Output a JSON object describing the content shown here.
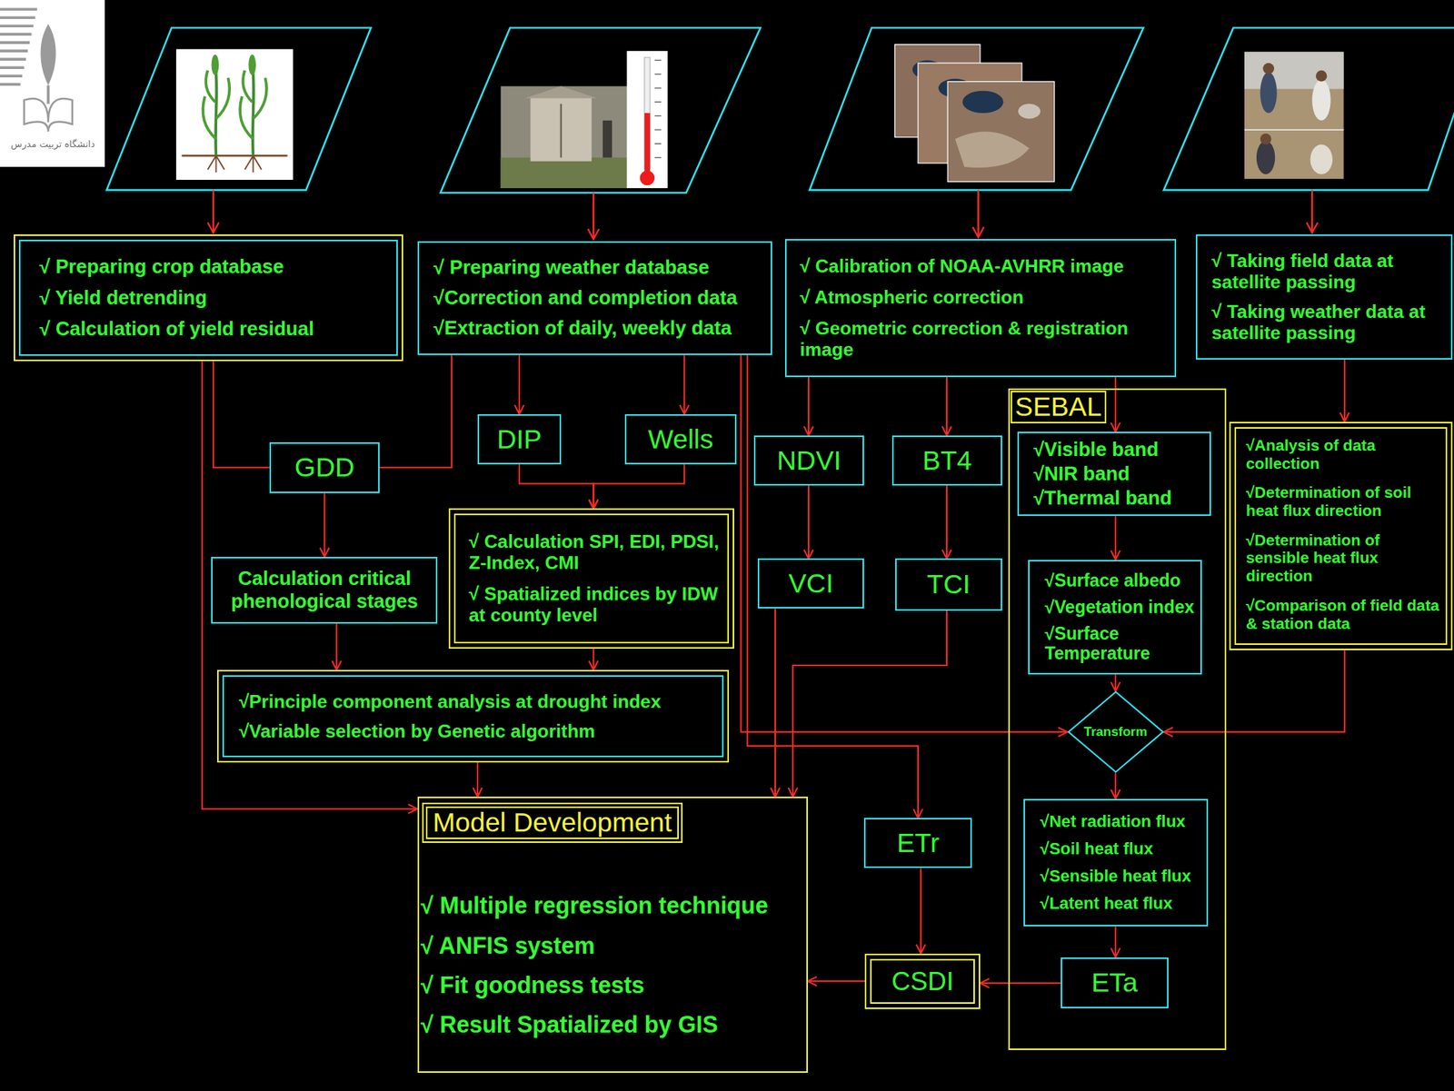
{
  "diagram": {
    "nodes": [
      {
        "text": [
          "√ Preparing crop database",
          "√ Yield detrending",
          "√ Calculation of yield residual"
        ]
      },
      {
        "text": [
          "√ Preparing weather database",
          "√Correction and completion data",
          "√Extraction of daily, weekly data"
        ]
      },
      {
        "text": [
          "√ Calibration of NOAA-AVHRR image",
          "√ Atmospheric correction",
          "√ Geometric correction & registration image"
        ]
      },
      {
        "text": [
          "√ Taking field data at satellite passing",
          "√ Taking weather data at satellite passing"
        ]
      },
      {
        "text": [
          "GDD"
        ]
      },
      {
        "text": [
          "DIP"
        ]
      },
      {
        "text": [
          "Wells"
        ]
      },
      {
        "text": [
          "NDVI"
        ]
      },
      {
        "text": [
          "BT4"
        ]
      },
      {
        "text": [
          "SEBAL"
        ]
      },
      {
        "text": [
          "√Visible band",
          "√NIR band",
          "√Thermal band"
        ],
        "in": 9
      },
      {
        "text": [
          "√Analysis of data collection",
          "√Determination of soil heat flux direction",
          "√Determination of sensible heat flux direction",
          "√Comparison of field data & station data"
        ]
      },
      {
        "text": [
          "Calculation critical phenological stages"
        ]
      },
      {
        "text": [
          "√ Calculation SPI, EDI, PDSI, Z-Index, CMI",
          "√ Spatialized indices by IDW at county level"
        ]
      },
      {
        "text": [
          "VCI"
        ]
      },
      {
        "text": [
          "TCI"
        ]
      },
      {
        "text": [
          "√Surface albedo",
          "√Vegetation index",
          "√Surface Temperature"
        ],
        "in": 9
      },
      {
        "text": [
          "Transform"
        ],
        "in": 9
      },
      {
        "text": [
          "√Principle component analysis at drought index",
          "√Variable selection by Genetic algorithm"
        ]
      },
      {
        "text": [
          "Model Development",
          "√ Multiple regression technique",
          "√ ANFIS system",
          "√ Fit goodness tests",
          "√ Result Spatialized by GIS"
        ]
      },
      {
        "text": [
          "ETr"
        ]
      },
      {
        "text": [
          "√Net radiation flux",
          "√Soil heat flux",
          "√Sensible heat flux",
          "√Latent heat flux"
        ],
        "in": 9
      },
      {
        "text": [
          "CSDI"
        ]
      },
      {
        "text": [
          "ETa"
        ],
        "in": 9
      }
    ],
    "edges": [
      {
        "from": 0,
        "to": 4,
        "arrow": "none"
      },
      {
        "from": 0,
        "to": 19,
        "arrow": "to"
      },
      {
        "from": 1,
        "to": 4,
        "arrow": "none"
      },
      {
        "from": 1,
        "to": 5,
        "arrow": "to"
      },
      {
        "from": 1,
        "to": 6,
        "arrow": "to"
      },
      {
        "from": 1,
        "to": 17,
        "arrow": "to"
      },
      {
        "from": 1,
        "to": 20,
        "arrow": "to"
      },
      {
        "from": 2,
        "to": 7,
        "arrow": "to"
      },
      {
        "from": 2,
        "to": 8,
        "arrow": "to"
      },
      {
        "from": 2,
        "to": 10,
        "arrow": "to"
      },
      {
        "from": 3,
        "to": 11,
        "arrow": "to"
      },
      {
        "from": 4,
        "to": 12,
        "arrow": "to"
      },
      {
        "from": 5,
        "to": 13,
        "arrow": "to"
      },
      {
        "from": 6,
        "to": 13,
        "arrow": "to"
      },
      {
        "from": 12,
        "to": 18,
        "arrow": "to"
      },
      {
        "from": 13,
        "to": 18,
        "arrow": "to"
      },
      {
        "from": 18,
        "to": 19,
        "arrow": "to"
      },
      {
        "from": 7,
        "to": 14,
        "arrow": "to"
      },
      {
        "from": 8,
        "to": 15,
        "arrow": "to"
      },
      {
        "from": 14,
        "to": 19,
        "arrow": "to"
      },
      {
        "from": 15,
        "to": 19,
        "arrow": "to"
      },
      {
        "from": 10,
        "to": 16,
        "arrow": "to"
      },
      {
        "from": 16,
        "to": 17,
        "arrow": "to"
      },
      {
        "from": 11,
        "to": 17,
        "arrow": "to"
      },
      {
        "from": 17,
        "to": 21,
        "arrow": "to"
      },
      {
        "from": 21,
        "to": 23,
        "arrow": "to"
      },
      {
        "from": 23,
        "to": 22,
        "arrow": "to"
      },
      {
        "from": 20,
        "to": 22,
        "arrow": "to"
      },
      {
        "from": 22,
        "to": 19,
        "arrow": "to"
      }
    ],
    "labels": [
      "دانشگاه تربیت مدرس"
    ]
  }
}
